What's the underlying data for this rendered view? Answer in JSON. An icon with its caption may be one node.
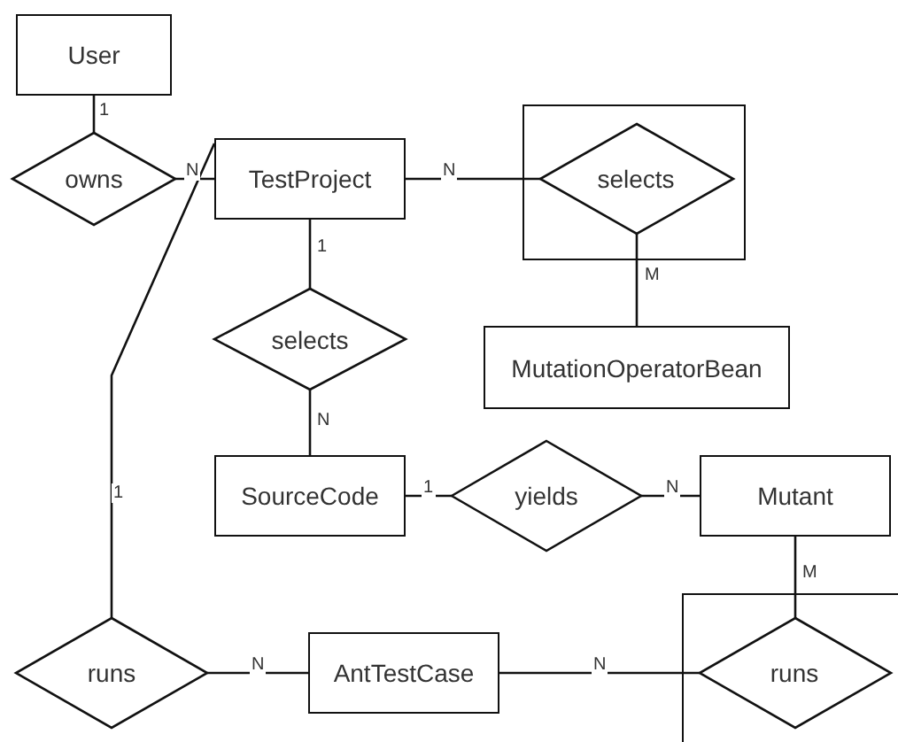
{
  "diagram": {
    "nodes": [
      {
        "text": [
          "User"
        ]
      },
      {
        "text": [
          "owns"
        ]
      },
      {
        "text": [
          "TestProject"
        ]
      },
      {
        "text": [],
        "shape": "box"
      },
      {
        "text": [
          "selects"
        ],
        "in": 3
      },
      {
        "text": [
          "MutationOperatorBean"
        ]
      },
      {
        "text": [
          "selects"
        ]
      },
      {
        "text": [
          "SourceCode"
        ]
      },
      {
        "text": [
          "yields"
        ]
      },
      {
        "text": [
          "Mutant"
        ]
      },
      {
        "text": [
          "runs"
        ]
      },
      {
        "text": [
          "AntTestCase"
        ]
      },
      {
        "text": [],
        "shape": "box"
      },
      {
        "text": [
          "runs"
        ],
        "in": 12
      }
    ],
    "edges": [
      {
        "from": 0,
        "to": 1,
        "arrow": "none",
        "label": "1"
      },
      {
        "from": 1,
        "to": 2,
        "arrow": "none",
        "label": "N"
      },
      {
        "from": 2,
        "to": 4,
        "arrow": "none",
        "label": "N"
      },
      {
        "from": 4,
        "to": 5,
        "arrow": "none",
        "label": "M"
      },
      {
        "from": 2,
        "to": 6,
        "arrow": "none",
        "label": "1"
      },
      {
        "from": 6,
        "to": 7,
        "arrow": "none",
        "label": "N"
      },
      {
        "from": 7,
        "to": 8,
        "arrow": "none",
        "label": "1"
      },
      {
        "from": 8,
        "to": 9,
        "arrow": "none",
        "label": "N"
      },
      {
        "from": 9,
        "to": 13,
        "arrow": "none",
        "label": "M"
      },
      {
        "from": 2,
        "to": 10,
        "arrow": "none",
        "label": "1"
      },
      {
        "from": 10,
        "to": 11,
        "arrow": "none",
        "label": "N"
      },
      {
        "from": 11,
        "to": 13,
        "arrow": "none",
        "label": "N"
      }
    ]
  }
}
